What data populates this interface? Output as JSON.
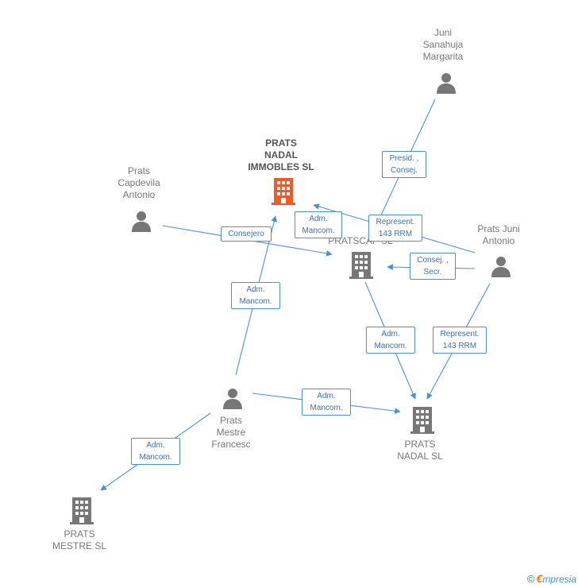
{
  "nodes": {
    "prats_nadal_immobles": "PRATS\nNADAL\nIMMOBLES SL",
    "juni_sanahuja": "Juni\nSanahuja\nMargarita",
    "prats_capdevila": "Prats\nCapdevila\nAntonio",
    "pratscap": "PRATSCAP SL",
    "prats_juni": "Prats Juni\nAntonio",
    "prats_mestre_francesc": "Prats\nMestre\nFrancesc",
    "prats_nadal_sl": "PRATS\nNADAL SL",
    "prats_mestre_sl": "PRATS\nMESTRE SL"
  },
  "edges": {
    "presid_consej": "Presid. ,\nConsej.",
    "consejero": "Consejero",
    "adm_mancom_1": "Adm.\nMancom.",
    "represent_1": "Represent.\n143 RRM",
    "consej_secr": "Consej. ,\nSecr.",
    "adm_mancom_2": "Adm.\nMancom.",
    "adm_mancom_3": "Adm.\nMancom.",
    "represent_2": "Represent.\n143 RRM",
    "adm_mancom_4": "Adm.\nMancom.",
    "adm_mancom_5": "Adm.\nMancom."
  },
  "colors": {
    "edge": "#4a90d9",
    "focus_building": "#f05a28",
    "building": "#777777",
    "person": "#777777"
  },
  "icons": {
    "person": "person-icon",
    "building": "building-icon"
  },
  "watermark": {
    "copyright": "©",
    "brand_first": "€",
    "brand_rest": "mpresia"
  }
}
